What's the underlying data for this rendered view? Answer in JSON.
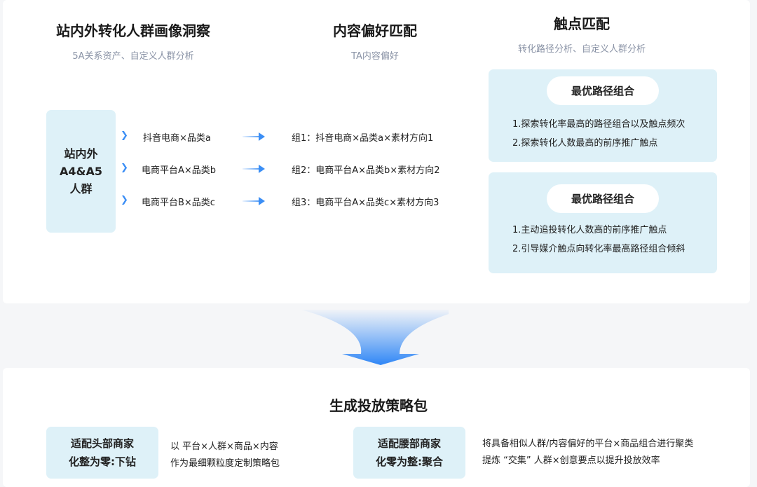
{
  "columns": [
    {
      "title": "站内外转化人群画像洞察",
      "subtitle": "5A关系资产、自定义人群分析"
    },
    {
      "title": "内容偏好匹配",
      "subtitle": "TA内容偏好"
    },
    {
      "title": "触点匹配",
      "subtitle": "转化路径分析、自定义人群分析"
    }
  ],
  "source_box": [
    "站内外",
    "A4&A5",
    "人群"
  ],
  "audience_items": [
    "抖音电商×品类a",
    "电商平台A×品类b",
    "电商平台B×品类c"
  ],
  "content_groups": [
    "组1：抖音电商×品类a×素材方向1",
    "组2：电商平台A×品类b×素材方向2",
    "组3：电商平台A×品类c×素材方向3"
  ],
  "touchpoint_boxes": [
    {
      "title": "最优路径组合",
      "items": [
        "1.探索转化率最高的路径组合以及触点频次",
        "2.探索转化人数最高的前序推广触点"
      ]
    },
    {
      "title": "最优路径组合",
      "items": [
        "1.主动追投转化人数高的前序推广触点",
        "2.引导媒介触点向转化率最高路径组合倾斜"
      ]
    }
  ],
  "bottom": {
    "title": "生成投放策略包",
    "strategies": [
      {
        "label": [
          "适配头部商家",
          "化整为零:下钻"
        ],
        "desc": [
          "以 平台×人群×商品×内容",
          "作为最细颗粒度定制策略包"
        ]
      },
      {
        "label": [
          "适配腰部商家",
          "化零为整:聚合"
        ],
        "desc": [
          "将具备相似人群/内容偏好的平台×商品组合进行聚类",
          "提炼 “交集” 人群×创意要点以提升投放效率"
        ]
      }
    ]
  },
  "colors": {
    "accent": "#3b8ef5",
    "box_bg": "#def1f8"
  }
}
